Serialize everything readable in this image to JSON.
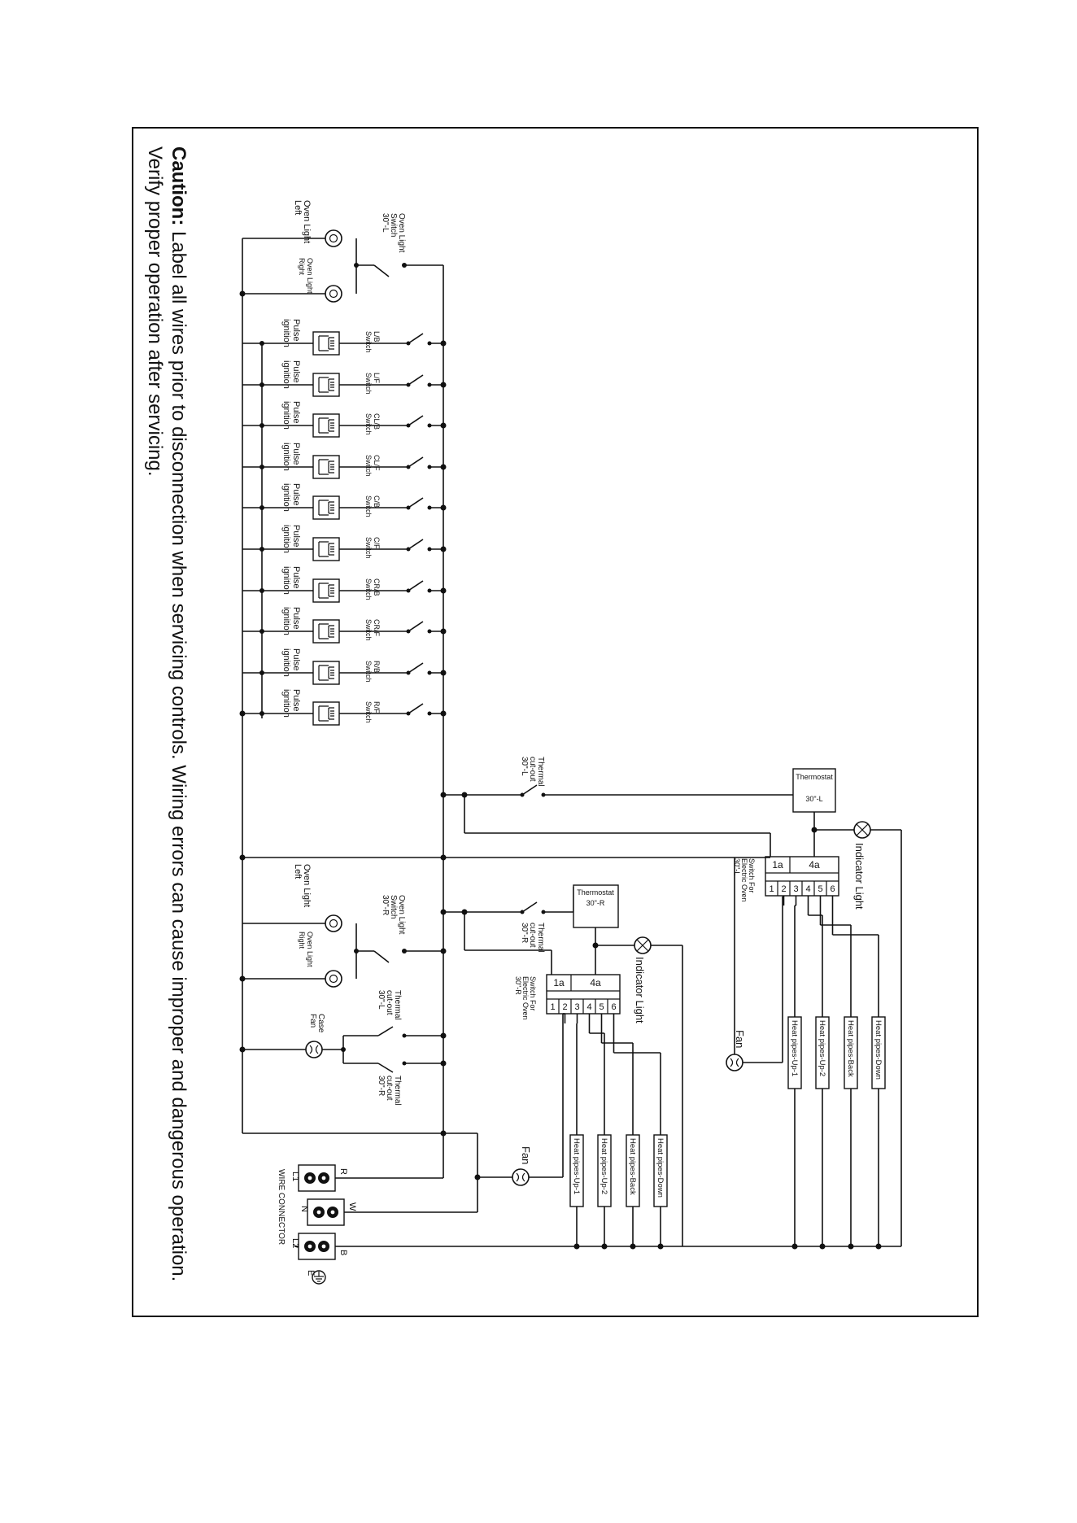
{
  "caution": {
    "label": "Caution:",
    "line1": " Label all wires prior to disconnection when servicing controls. Wiring errors can cause improper and dangerous operation.",
    "line2": "Verify proper operation after servicing."
  },
  "labels": {
    "oven_light": "Oven Light",
    "oven_light_left": "Oven Light Left",
    "oven_light_right": "Oven Light Right",
    "switch": "Switch",
    "l30": "30\"-L",
    "r30": "30\"-R",
    "pulse": "Pulse",
    "ignition": "ignition",
    "thermal": "Thermal",
    "cutout": "cut-out",
    "thermostat": "Thermostat",
    "indicator_light": "Indicator Light",
    "switch_for": "Switch For",
    "electric_oven": "Electric Oven",
    "case": "Case",
    "fan": "Fan",
    "wire_connector": "WIRE CONNECTOR",
    "t1a": "1a",
    "t4a": "4a"
  },
  "burner_switches": [
    "L/B",
    "L/F",
    "CL/B",
    "CL/F",
    "C/B",
    "C/F",
    "CR/B",
    "CR/F",
    "R/B",
    "R/F"
  ],
  "terminal_numbers": [
    "1",
    "2",
    "3",
    "4",
    "5",
    "6"
  ],
  "heat_pipes": [
    "Heat pipes-Up-1",
    "Heat pipes-Up-2",
    "Heat pipes-Back",
    "Heat pipes-Down"
  ],
  "connector": {
    "L1": "L1",
    "N": "N",
    "L2": "L2",
    "R": "R",
    "W": "W",
    "B": "B",
    "E": "E"
  }
}
